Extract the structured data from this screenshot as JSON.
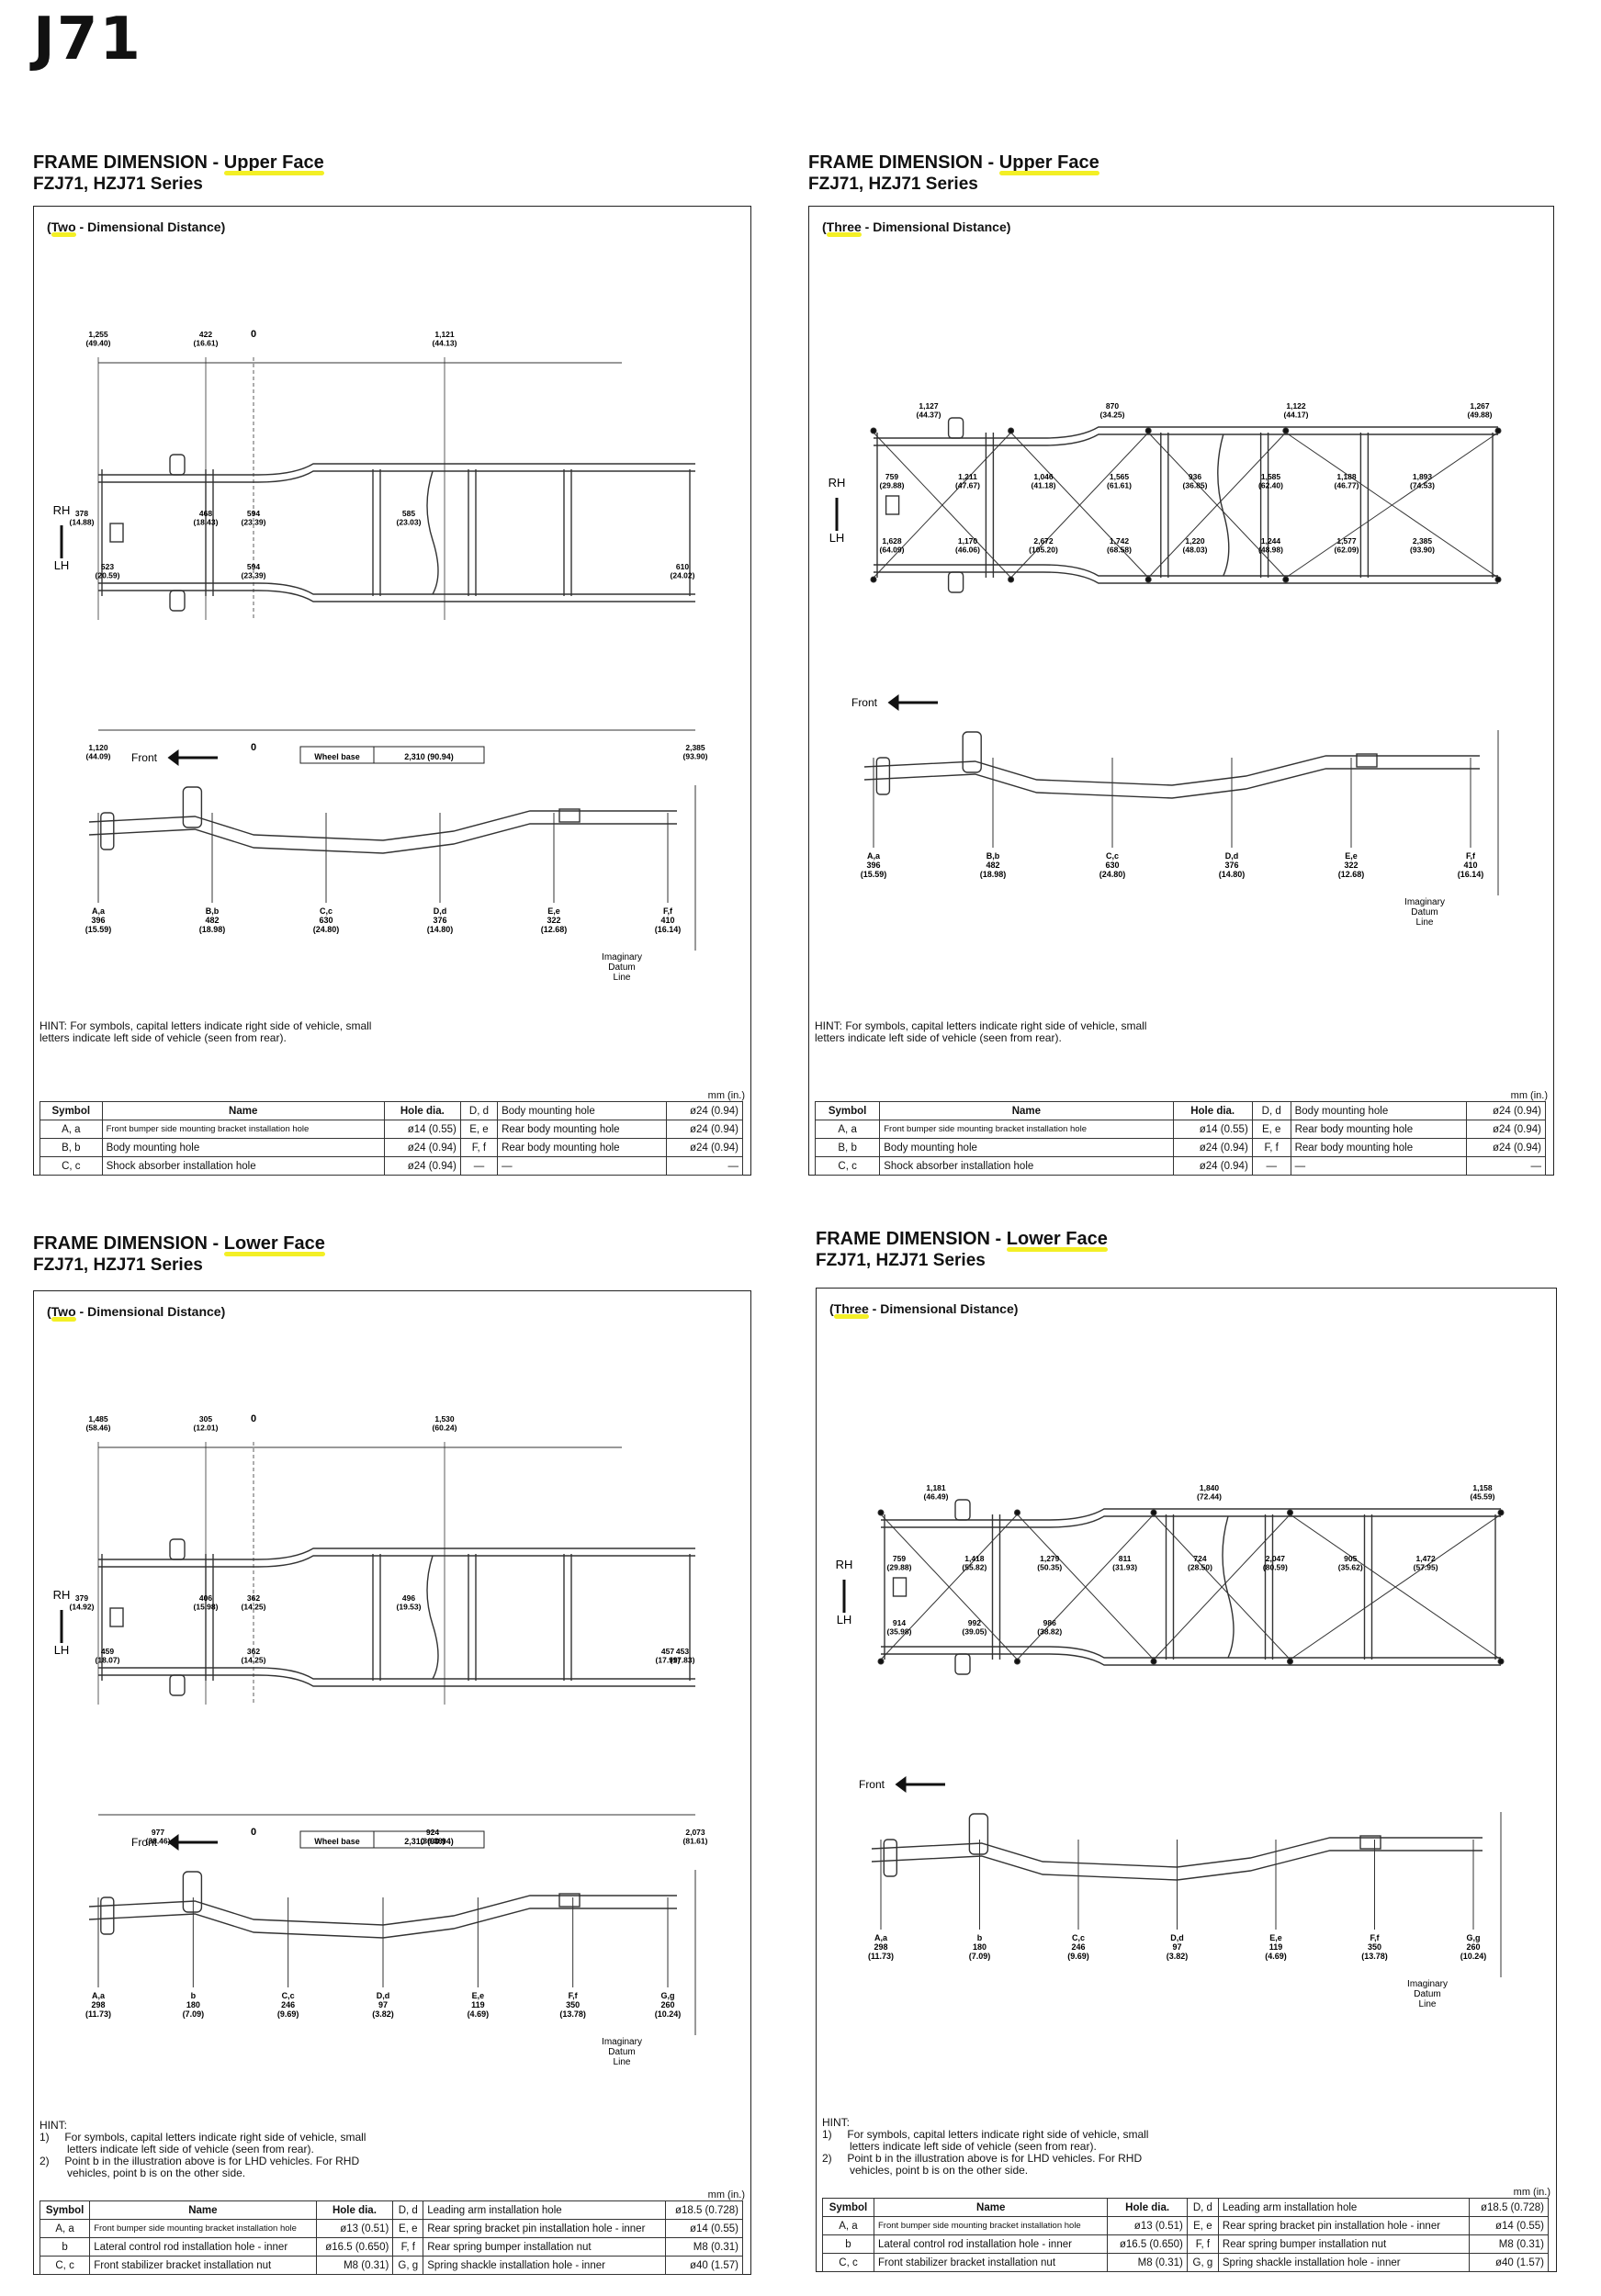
{
  "page": {
    "title": "J71"
  },
  "panels": [
    {
      "heading_prefix": "FRAME DIMENSION - ",
      "heading_face": "Upper Face",
      "series": "FZJ71, HZJ71 Series",
      "box_title_word": "Two",
      "box_title_rest": " - Dimensional Distance)",
      "top_labels": [
        "1,255\n(49.40)",
        "422\n(16.61)",
        "0",
        "1,121\n(44.13)"
      ],
      "side_labels": [
        "RH",
        "LH"
      ],
      "mid_labels": [
        "378\n(14.88)",
        "468\n(18.43)",
        "594\n(23.39)",
        "585\n(23.03)",
        "523\n(20.59)",
        "594\n(23.39)",
        "610\n(24.02)"
      ],
      "bottom_labels": [
        "1,120\n(44.09)",
        "0",
        "2,385\n(93.90)"
      ],
      "front_label": "Front",
      "wheelbase_label": "Wheel base",
      "wheelbase_value": "2,310 (90.94)",
      "side_values": [
        "A,a\n396\n(15.59)",
        "B,b\n482\n(18.98)",
        "C,c\n630\n(24.80)",
        "D,d\n376\n(14.80)",
        "E,e\n322\n(12.68)",
        "F,f\n410\n(16.14)"
      ],
      "datum_label": "Imaginary\nDatum\nLine",
      "hint_lines": [
        "HINT: For symbols, capital letters indicate right side of vehicle, small",
        "letters indicate left side of vehicle (seen from rear)."
      ],
      "units": "mm (in.)",
      "table_header": [
        "Symbol",
        "Name",
        "Hole dia.",
        "D,  d",
        "Body mounting hole",
        "ø24 (0.94)"
      ],
      "table_rows": [
        [
          "A,  a",
          "Front bumper side mounting bracket installation hole",
          "ø14 (0.55)",
          "E,  e",
          "Rear body mounting hole",
          "ø24 (0.94)"
        ],
        [
          "B,  b",
          "Body mounting hole",
          "ø24 (0.94)",
          "F,  f",
          "Rear body mounting hole",
          "ø24 (0.94)"
        ],
        [
          "C,  c",
          "Shock absorber installation hole",
          "ø24 (0.94)",
          "—",
          "—",
          "—"
        ]
      ]
    },
    {
      "heading_prefix": "FRAME DIMENSION - ",
      "heading_face": "Upper Face",
      "series": "FZJ71, HZJ71 Series",
      "box_title_word": "Three",
      "box_title_rest": " - Dimensional Distance)",
      "top_labels": [
        "1,127\n(44.37)",
        "870\n(34.25)",
        "1,122\n(44.17)",
        "1,267\n(49.88)"
      ],
      "side_labels": [
        "RH",
        "LH"
      ],
      "mid_labels": [
        "759\n(29.88)",
        "1,211\n(47.67)",
        "1,046\n(41.18)",
        "1,565\n(61.61)",
        "936\n(36.85)",
        "1,585\n(62.40)",
        "1,188\n(46.77)",
        "1,893\n(74.53)",
        "1,628\n(64.09)",
        "1,170\n(46.06)",
        "2,672\n(105.20)",
        "1,742\n(68.58)",
        "1,220\n(48.03)",
        "1,244\n(48.98)",
        "1,577\n(62.09)",
        "2,385\n(93.90)"
      ],
      "bottom_labels": [],
      "front_label": "Front",
      "wheelbase_label": "",
      "wheelbase_value": "",
      "side_values": [
        "A,a\n396\n(15.59)",
        "B,b\n482\n(18.98)",
        "C,c\n630\n(24.80)",
        "D,d\n376\n(14.80)",
        "E,e\n322\n(12.68)",
        "F,f\n410\n(16.14)"
      ],
      "datum_label": "Imaginary\nDatum\nLine",
      "hint_lines": [
        "HINT: For symbols, capital letters indicate right side of vehicle, small",
        "letters indicate left side of vehicle (seen from rear)."
      ],
      "units": "mm (in.)",
      "table_header": [
        "Symbol",
        "Name",
        "Hole dia.",
        "D,  d",
        "Body mounting hole",
        "ø24 (0.94)"
      ],
      "table_rows": [
        [
          "A,  a",
          "Front bumper side mounting bracket installation hole",
          "ø14 (0.55)",
          "E,  e",
          "Rear body mounting hole",
          "ø24 (0.94)"
        ],
        [
          "B,  b",
          "Body mounting hole",
          "ø24 (0.94)",
          "F,  f",
          "Rear body mounting hole",
          "ø24 (0.94)"
        ],
        [
          "C,  c",
          "Shock absorber installation hole",
          "ø24 (0.94)",
          "—",
          "—",
          "—"
        ]
      ]
    },
    {
      "heading_prefix": "FRAME DIMENSION - ",
      "heading_face": "Lower Face",
      "series": "FZJ71, HZJ71 Series",
      "box_title_word": "Two",
      "box_title_rest": " - Dimensional Distance)",
      "top_labels": [
        "1,485\n(58.46)",
        "305\n(12.01)",
        "0",
        "1,530\n(60.24)"
      ],
      "side_labels": [
        "RH",
        "LH"
      ],
      "mid_labels": [
        "379\n(14.92)",
        "406\n(15.98)",
        "362\n(14.25)",
        "496\n(19.53)",
        "459\n(18.07)",
        "362\n(14.25)",
        "453\n(17.83)",
        "457\n(17.99)"
      ],
      "bottom_labels": [
        "977\n(38.46)",
        "0",
        "924\n(36.38)",
        "2,073\n(81.61)"
      ],
      "front_label": "Front",
      "wheelbase_label": "Wheel base",
      "wheelbase_value": "2,310 (90.94)",
      "side_values": [
        "A,a\n298\n(11.73)",
        "b\n180\n(7.09)",
        "C,c\n246\n(9.69)",
        "D,d\n97\n(3.82)",
        "E,e\n119\n(4.69)",
        "F,f\n350\n(13.78)",
        "G,g\n260\n(10.24)"
      ],
      "datum_label": "Imaginary\nDatum\nLine",
      "hint_lines": [
        "HINT:",
        "1)     For symbols, capital letters indicate right side of vehicle, small",
        "         letters indicate left side of vehicle (seen from rear).",
        "2)     Point b in the illustration above is for LHD vehicles. For RHD",
        "         vehicles, point b is on the other side."
      ],
      "units": "mm (in.)",
      "table_header": [
        "Symbol",
        "Name",
        "Hole dia.",
        "D,  d",
        "Leading arm installation hole",
        "ø18.5 (0.728)"
      ],
      "table_rows": [
        [
          "A,  a",
          "Front bumper side mounting bracket installation hole",
          "ø13 (0.51)",
          "E,  e",
          "Rear spring bracket pin installation hole - inner",
          "ø14 (0.55)"
        ],
        [
          "b",
          "Lateral control rod installation hole - inner",
          "ø16.5 (0.650)",
          "F,  f",
          "Rear spring bumper installation nut",
          "M8 (0.31)"
        ],
        [
          "C,  c",
          "Front stabilizer bracket installation nut",
          "M8 (0.31)",
          "G,  g",
          "Spring shackle installation hole - inner",
          "ø40 (1.57)"
        ]
      ]
    },
    {
      "heading_prefix": "FRAME DIMENSION - ",
      "heading_face": "Lower Face",
      "series": "FZJ71, HZJ71 Series",
      "box_title_word": "Three",
      "box_title_rest": " - Dimensional Distance)",
      "top_labels": [
        "1,181\n(46.49)",
        "1,840\n(72.44)",
        "1,158\n(45.59)"
      ],
      "side_labels": [
        "RH",
        "LH"
      ],
      "mid_labels": [
        "759\n(29.88)",
        "1,418\n(55.82)",
        "1,279\n(50.35)",
        "811\n(31.93)",
        "724\n(28.50)",
        "2,047\n(80.59)",
        "905\n(35.62)",
        "1,472\n(57.95)",
        "914\n(35.98)",
        "992\n(39.05)",
        "986\n(38.82)"
      ],
      "bottom_labels": [],
      "front_label": "Front",
      "wheelbase_label": "",
      "wheelbase_value": "",
      "side_values": [
        "A,a\n298\n(11.73)",
        "b\n180\n(7.09)",
        "C,c\n246\n(9.69)",
        "D,d\n97\n(3.82)",
        "E,e\n119\n(4.69)",
        "F,f\n350\n(13.78)",
        "G,g\n260\n(10.24)"
      ],
      "datum_label": "Imaginary\nDatum\nLine",
      "hint_lines": [
        "HINT:",
        "1)     For symbols, capital letters indicate right side of vehicle, small",
        "         letters indicate left side of vehicle (seen from rear).",
        "2)     Point b in the illustration above is for LHD vehicles. For RHD",
        "         vehicles, point b is on the other side."
      ],
      "units": "mm (in.)",
      "table_header": [
        "Symbol",
        "Name",
        "Hole dia.",
        "D,  d",
        "Leading arm installation hole",
        "ø18.5 (0.728)"
      ],
      "table_rows": [
        [
          "A,  a",
          "Front bumper side mounting bracket installation hole",
          "ø13 (0.51)",
          "E,  e",
          "Rear spring bracket pin installation hole - inner",
          "ø14 (0.55)"
        ],
        [
          "b",
          "Lateral control rod installation hole - inner",
          "ø16.5 (0.650)",
          "F,  f",
          "Rear spring bumper installation nut",
          "M8 (0.31)"
        ],
        [
          "C,  c",
          "Front stabilizer bracket installation nut",
          "M8 (0.31)",
          "G,  g",
          "Spring shackle installation hole - inner",
          "ø40 (1.57)"
        ]
      ]
    }
  ]
}
